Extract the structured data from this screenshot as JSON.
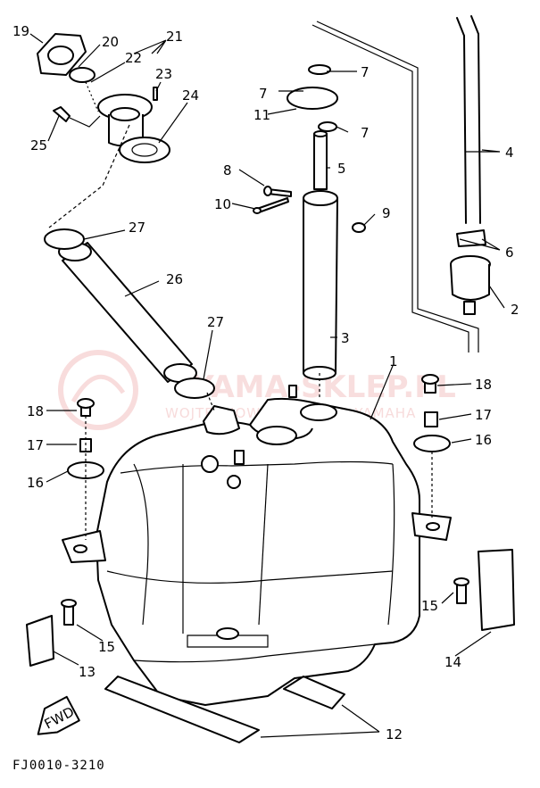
{
  "diagram": {
    "drawing_code": "FJ0010-3210",
    "fwd_label": "FWD",
    "watermark": {
      "title": "YAMA-SKLEP.PL",
      "subtitle": "WOJTECHOWICZ DEALER YAMAHA"
    },
    "callouts": {
      "c1": "1",
      "c2": "2",
      "c3": "3",
      "c4": "4",
      "c5": "5",
      "c6": "6",
      "c7a": "7",
      "c7b": "7",
      "c7c": "7",
      "c8": "8",
      "c9": "9",
      "c10": "10",
      "c11": "11",
      "c12": "12",
      "c13": "13",
      "c14": "14",
      "c15a": "15",
      "c15b": "15",
      "c16a": "16",
      "c16b": "16",
      "c17a": "17",
      "c17b": "17",
      "c18a": "18",
      "c18b": "18",
      "c19": "19",
      "c20": "20",
      "c21": "21",
      "c22": "22",
      "c23": "23",
      "c24": "24",
      "c25": "25",
      "c26": "26",
      "c27a": "27",
      "c27b": "27"
    }
  }
}
